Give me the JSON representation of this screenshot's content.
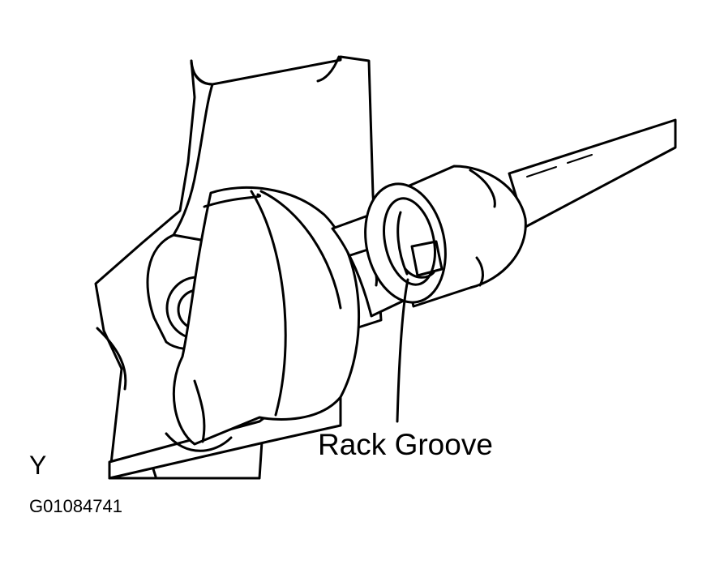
{
  "diagram": {
    "callout_label": "Rack Groove",
    "view_letter": "Y",
    "figure_code": "G01084741",
    "line_color": "#000000",
    "background_color": "#ffffff"
  }
}
